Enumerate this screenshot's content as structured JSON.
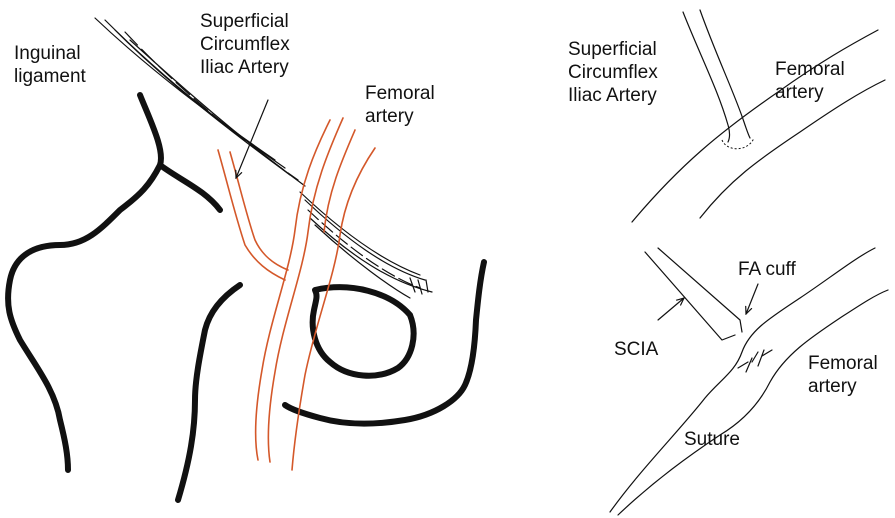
{
  "left_panel": {
    "inguinal_ligament_label": "Inguinal\nligament",
    "scia_label": "Superficial\nCircumflex\nIliac Artery",
    "femoral_artery_label": "Femoral\nartery"
  },
  "right_top_panel": {
    "scia_label": "Superficial\nCircumflex\nIliac Artery",
    "femoral_artery_label": "Femoral\nartery"
  },
  "right_bottom_panel": {
    "fa_cuff_label": "FA cuff",
    "scia_label": "SCIA",
    "femoral_artery_label": "Femoral\nartery",
    "suture_label": "Suture"
  },
  "colors": {
    "bone": "#111111",
    "artery": "#d4582a",
    "ink": "#111111"
  }
}
